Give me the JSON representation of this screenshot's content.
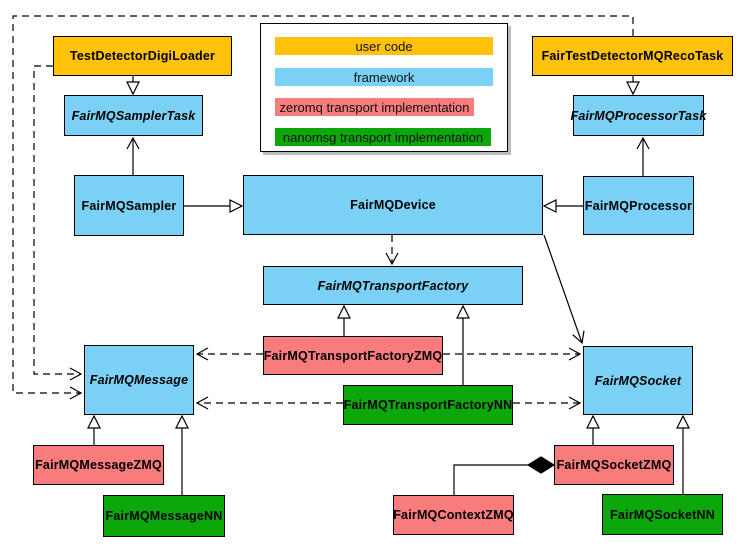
{
  "diagram_type": "uml-class-diagram",
  "colors": {
    "user_code": "#FFC10A",
    "framework": "#7BD1F5",
    "zeromq": "#F97C7C",
    "nanomsg": "#0BA70B",
    "box_border": "#000000",
    "background": "#FFFFFF"
  },
  "legend": {
    "items": [
      {
        "label": "user code",
        "color": "#FFC10A"
      },
      {
        "label": "framework",
        "color": "#7BD1F5"
      },
      {
        "label": "zeromq transport implementation",
        "color": "#F97C7C"
      },
      {
        "label": "nanomsg transport implementation",
        "color": "#0BA70B"
      }
    ]
  },
  "nodes": {
    "testDetectorDigiLoader": {
      "label": "TestDetectorDigiLoader",
      "category": "user_code",
      "abstract": false
    },
    "fairTestDetectorMQRecoTask": {
      "label": "FairTestDetectorMQRecoTask",
      "category": "user_code",
      "abstract": false
    },
    "fairMQSamplerTask": {
      "label": "FairMQSamplerTask",
      "category": "framework",
      "abstract": true
    },
    "fairMQProcessorTask": {
      "label": "FairMQProcessorTask",
      "category": "framework",
      "abstract": true
    },
    "fairMQSampler": {
      "label": "FairMQSampler",
      "category": "framework",
      "abstract": false
    },
    "fairMQDevice": {
      "label": "FairMQDevice",
      "category": "framework",
      "abstract": false
    },
    "fairMQProcessor": {
      "label": "FairMQProcessor",
      "category": "framework",
      "abstract": false
    },
    "fairMQTransportFactory": {
      "label": "FairMQTransportFactory",
      "category": "framework",
      "abstract": true
    },
    "fairMQTransportFactoryZMQ": {
      "label": "FairMQTransportFactoryZMQ",
      "category": "zeromq",
      "abstract": false
    },
    "fairMQTransportFactoryNN": {
      "label": "FairMQTransportFactoryNN",
      "category": "nanomsg",
      "abstract": false
    },
    "fairMQMessage": {
      "label": "FairMQMessage",
      "category": "framework",
      "abstract": true
    },
    "fairMQSocket": {
      "label": "FairMQSocket",
      "category": "framework",
      "abstract": true
    },
    "fairMQMessageZMQ": {
      "label": "FairMQMessageZMQ",
      "category": "zeromq",
      "abstract": false
    },
    "fairMQMessageNN": {
      "label": "FairMQMessageNN",
      "category": "nanomsg",
      "abstract": false
    },
    "fairMQSocketZMQ": {
      "label": "FairMQSocketZMQ",
      "category": "zeromq",
      "abstract": false
    },
    "fairMQSocketNN": {
      "label": "FairMQSocketNN",
      "category": "nanomsg",
      "abstract": false
    },
    "fairMQContextZMQ": {
      "label": "FairMQContextZMQ",
      "category": "zeromq",
      "abstract": false
    }
  },
  "relations": [
    {
      "from": "TestDetectorDigiLoader",
      "to": "FairMQSamplerTask",
      "type": "inheritance"
    },
    {
      "from": "FairTestDetectorMQRecoTask",
      "to": "FairMQProcessorTask",
      "type": "inheritance"
    },
    {
      "from": "FairMQSampler",
      "to": "FairMQDevice",
      "type": "inheritance"
    },
    {
      "from": "FairMQProcessor",
      "to": "FairMQDevice",
      "type": "inheritance"
    },
    {
      "from": "FairMQSampler",
      "to": "FairMQSamplerTask",
      "type": "association"
    },
    {
      "from": "FairMQProcessor",
      "to": "FairMQProcessorTask",
      "type": "association"
    },
    {
      "from": "FairMQDevice",
      "to": "FairMQTransportFactory",
      "type": "dependency"
    },
    {
      "from": "FairMQDevice",
      "to": "FairMQSocket",
      "type": "association"
    },
    {
      "from": "TestDetectorDigiLoader",
      "to": "FairMQMessage",
      "type": "dependency"
    },
    {
      "from": "FairTestDetectorMQRecoTask",
      "to": "FairMQMessage",
      "type": "dependency"
    },
    {
      "from": "FairMQTransportFactoryZMQ",
      "to": "FairMQTransportFactory",
      "type": "inheritance"
    },
    {
      "from": "FairMQTransportFactoryNN",
      "to": "FairMQTransportFactory",
      "type": "inheritance"
    },
    {
      "from": "FairMQTransportFactoryZMQ",
      "to": "FairMQMessage",
      "type": "dependency"
    },
    {
      "from": "FairMQTransportFactoryZMQ",
      "to": "FairMQSocket",
      "type": "dependency"
    },
    {
      "from": "FairMQTransportFactoryNN",
      "to": "FairMQMessage",
      "type": "dependency"
    },
    {
      "from": "FairMQTransportFactoryNN",
      "to": "FairMQSocket",
      "type": "dependency"
    },
    {
      "from": "FairMQMessageZMQ",
      "to": "FairMQMessage",
      "type": "inheritance"
    },
    {
      "from": "FairMQMessageNN",
      "to": "FairMQMessage",
      "type": "inheritance"
    },
    {
      "from": "FairMQSocketZMQ",
      "to": "FairMQSocket",
      "type": "inheritance"
    },
    {
      "from": "FairMQSocketNN",
      "to": "FairMQSocket",
      "type": "inheritance"
    },
    {
      "from": "FairMQContextZMQ",
      "to": "FairMQSocketZMQ",
      "type": "composition"
    }
  ]
}
